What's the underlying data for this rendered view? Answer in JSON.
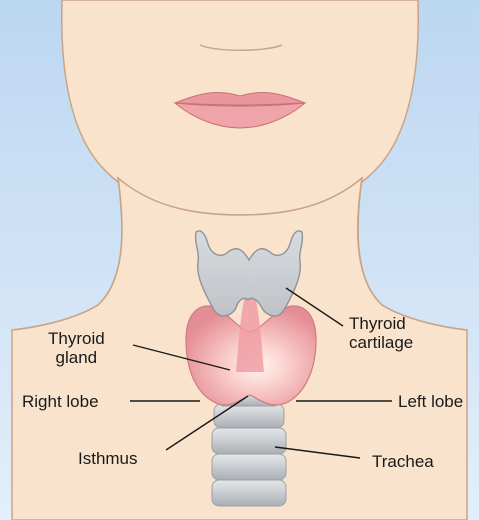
{
  "labels": {
    "thyroid_gland": "Thyroid\ngland",
    "thyroid_cartilage": "Thyroid\ncartilage",
    "right_lobe": "Right lobe",
    "left_lobe": "Left lobe",
    "isthmus": "Isthmus",
    "trachea": "Trachea"
  },
  "colors": {
    "background": "#cfe3f5",
    "skin": "#f9e3cc",
    "skin_outline": "#c9a585",
    "lips": "#e9979c",
    "cartilage": "#c9cdd2",
    "gland": "#e9959a",
    "trachea_ring": "#c4c8cc",
    "leader_line": "#1a1a1a"
  }
}
